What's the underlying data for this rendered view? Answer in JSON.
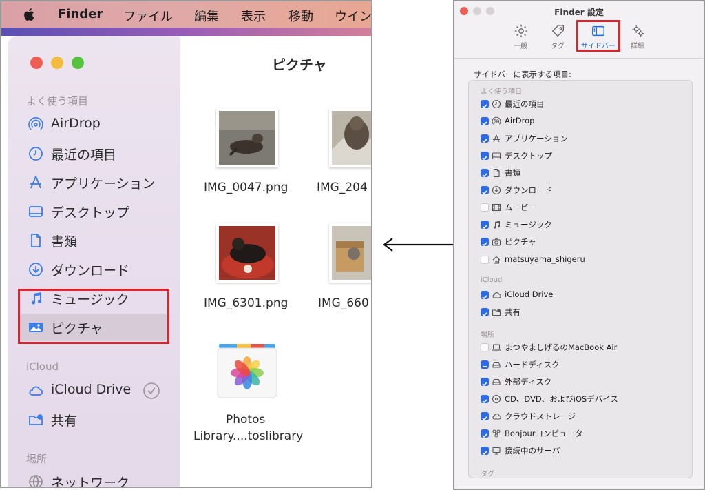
{
  "finder": {
    "menu": [
      "Finder",
      "ファイル",
      "編集",
      "表示",
      "移動",
      "ウイン"
    ],
    "sidebar": {
      "favorites_header": "よく使う項目",
      "favorites": [
        {
          "label": "AirDrop",
          "icon": "airdrop-icon"
        },
        {
          "label": "最近の項目",
          "icon": "clock-icon"
        },
        {
          "label": "アプリケーション",
          "icon": "applications-icon"
        },
        {
          "label": "デスクトップ",
          "icon": "desktop-icon"
        },
        {
          "label": "書類",
          "icon": "document-icon"
        },
        {
          "label": "ダウンロード",
          "icon": "download-icon"
        },
        {
          "label": "ミュージック",
          "icon": "music-icon"
        },
        {
          "label": "ピクチャ",
          "icon": "pictures-icon",
          "selected": true
        }
      ],
      "icloud_header": "iCloud",
      "icloud": [
        {
          "label": "iCloud Drive",
          "icon": "cloud-icon"
        },
        {
          "label": "共有",
          "icon": "shared-folder-icon"
        }
      ],
      "locations_header": "場所",
      "locations": [
        {
          "label": "ネットワーク",
          "icon": "network-icon"
        }
      ]
    },
    "main": {
      "title": "ピクチャ",
      "files": [
        {
          "name": "IMG_0047.png"
        },
        {
          "name": "IMG_204"
        },
        {
          "name": "IMG_6301.png"
        },
        {
          "name": "IMG_660"
        },
        {
          "name_line1": "Photos",
          "name_line2": "Library....toslibrary"
        }
      ]
    }
  },
  "settings": {
    "title": "Finder 設定",
    "tabs": [
      {
        "label": "一般",
        "icon": "gear-icon"
      },
      {
        "label": "タグ",
        "icon": "tag-icon"
      },
      {
        "label": "サイドバー",
        "icon": "sidebar-icon",
        "active": true
      },
      {
        "label": "詳細",
        "icon": "gears-icon"
      }
    ],
    "heading": "サイドバーに表示する項目:",
    "sections": [
      {
        "header": "よく使う項目",
        "items": [
          {
            "label": "最近の項目",
            "icon": "clock-icon",
            "state": "on"
          },
          {
            "label": "AirDrop",
            "icon": "airdrop-icon",
            "state": "on"
          },
          {
            "label": "アプリケーション",
            "icon": "applications-icon",
            "state": "on"
          },
          {
            "label": "デスクトップ",
            "icon": "desktop-icon",
            "state": "on"
          },
          {
            "label": "書類",
            "icon": "document-icon",
            "state": "on"
          },
          {
            "label": "ダウンロード",
            "icon": "download-icon",
            "state": "on"
          },
          {
            "label": "ムービー",
            "icon": "film-icon",
            "state": "off"
          },
          {
            "label": "ミュージック",
            "icon": "music-icon",
            "state": "on"
          },
          {
            "label": "ピクチャ",
            "icon": "camera-icon",
            "state": "on"
          },
          {
            "label": "matsuyama_shigeru",
            "icon": "home-icon",
            "state": "off"
          }
        ]
      },
      {
        "header": "iCloud",
        "items": [
          {
            "label": "iCloud Drive",
            "icon": "cloud-icon",
            "state": "on"
          },
          {
            "label": "共有",
            "icon": "shared-folder-icon",
            "state": "on"
          }
        ]
      },
      {
        "header": "場所",
        "items": [
          {
            "label": "まつやましげるのMacBook Air",
            "icon": "laptop-icon",
            "state": "off"
          },
          {
            "label": "ハードディスク",
            "icon": "hard-disk-icon",
            "state": "mixed"
          },
          {
            "label": "外部ディスク",
            "icon": "external-disk-icon",
            "state": "on"
          },
          {
            "label": "CD、DVD、およびiOSデバイス",
            "icon": "disc-icon",
            "state": "on"
          },
          {
            "label": "クラウドストレージ",
            "icon": "cloud-icon",
            "state": "on"
          },
          {
            "label": "Bonjourコンピュータ",
            "icon": "bonjour-icon",
            "state": "on"
          },
          {
            "label": "接続中のサーバ",
            "icon": "server-icon",
            "state": "on"
          }
        ]
      },
      {
        "header": "タグ",
        "items": []
      }
    ]
  },
  "colors": {
    "highlight_red": "#d9252e",
    "checkbox_blue": "#2e6ae0",
    "accent_blue": "#1a6ee8"
  }
}
